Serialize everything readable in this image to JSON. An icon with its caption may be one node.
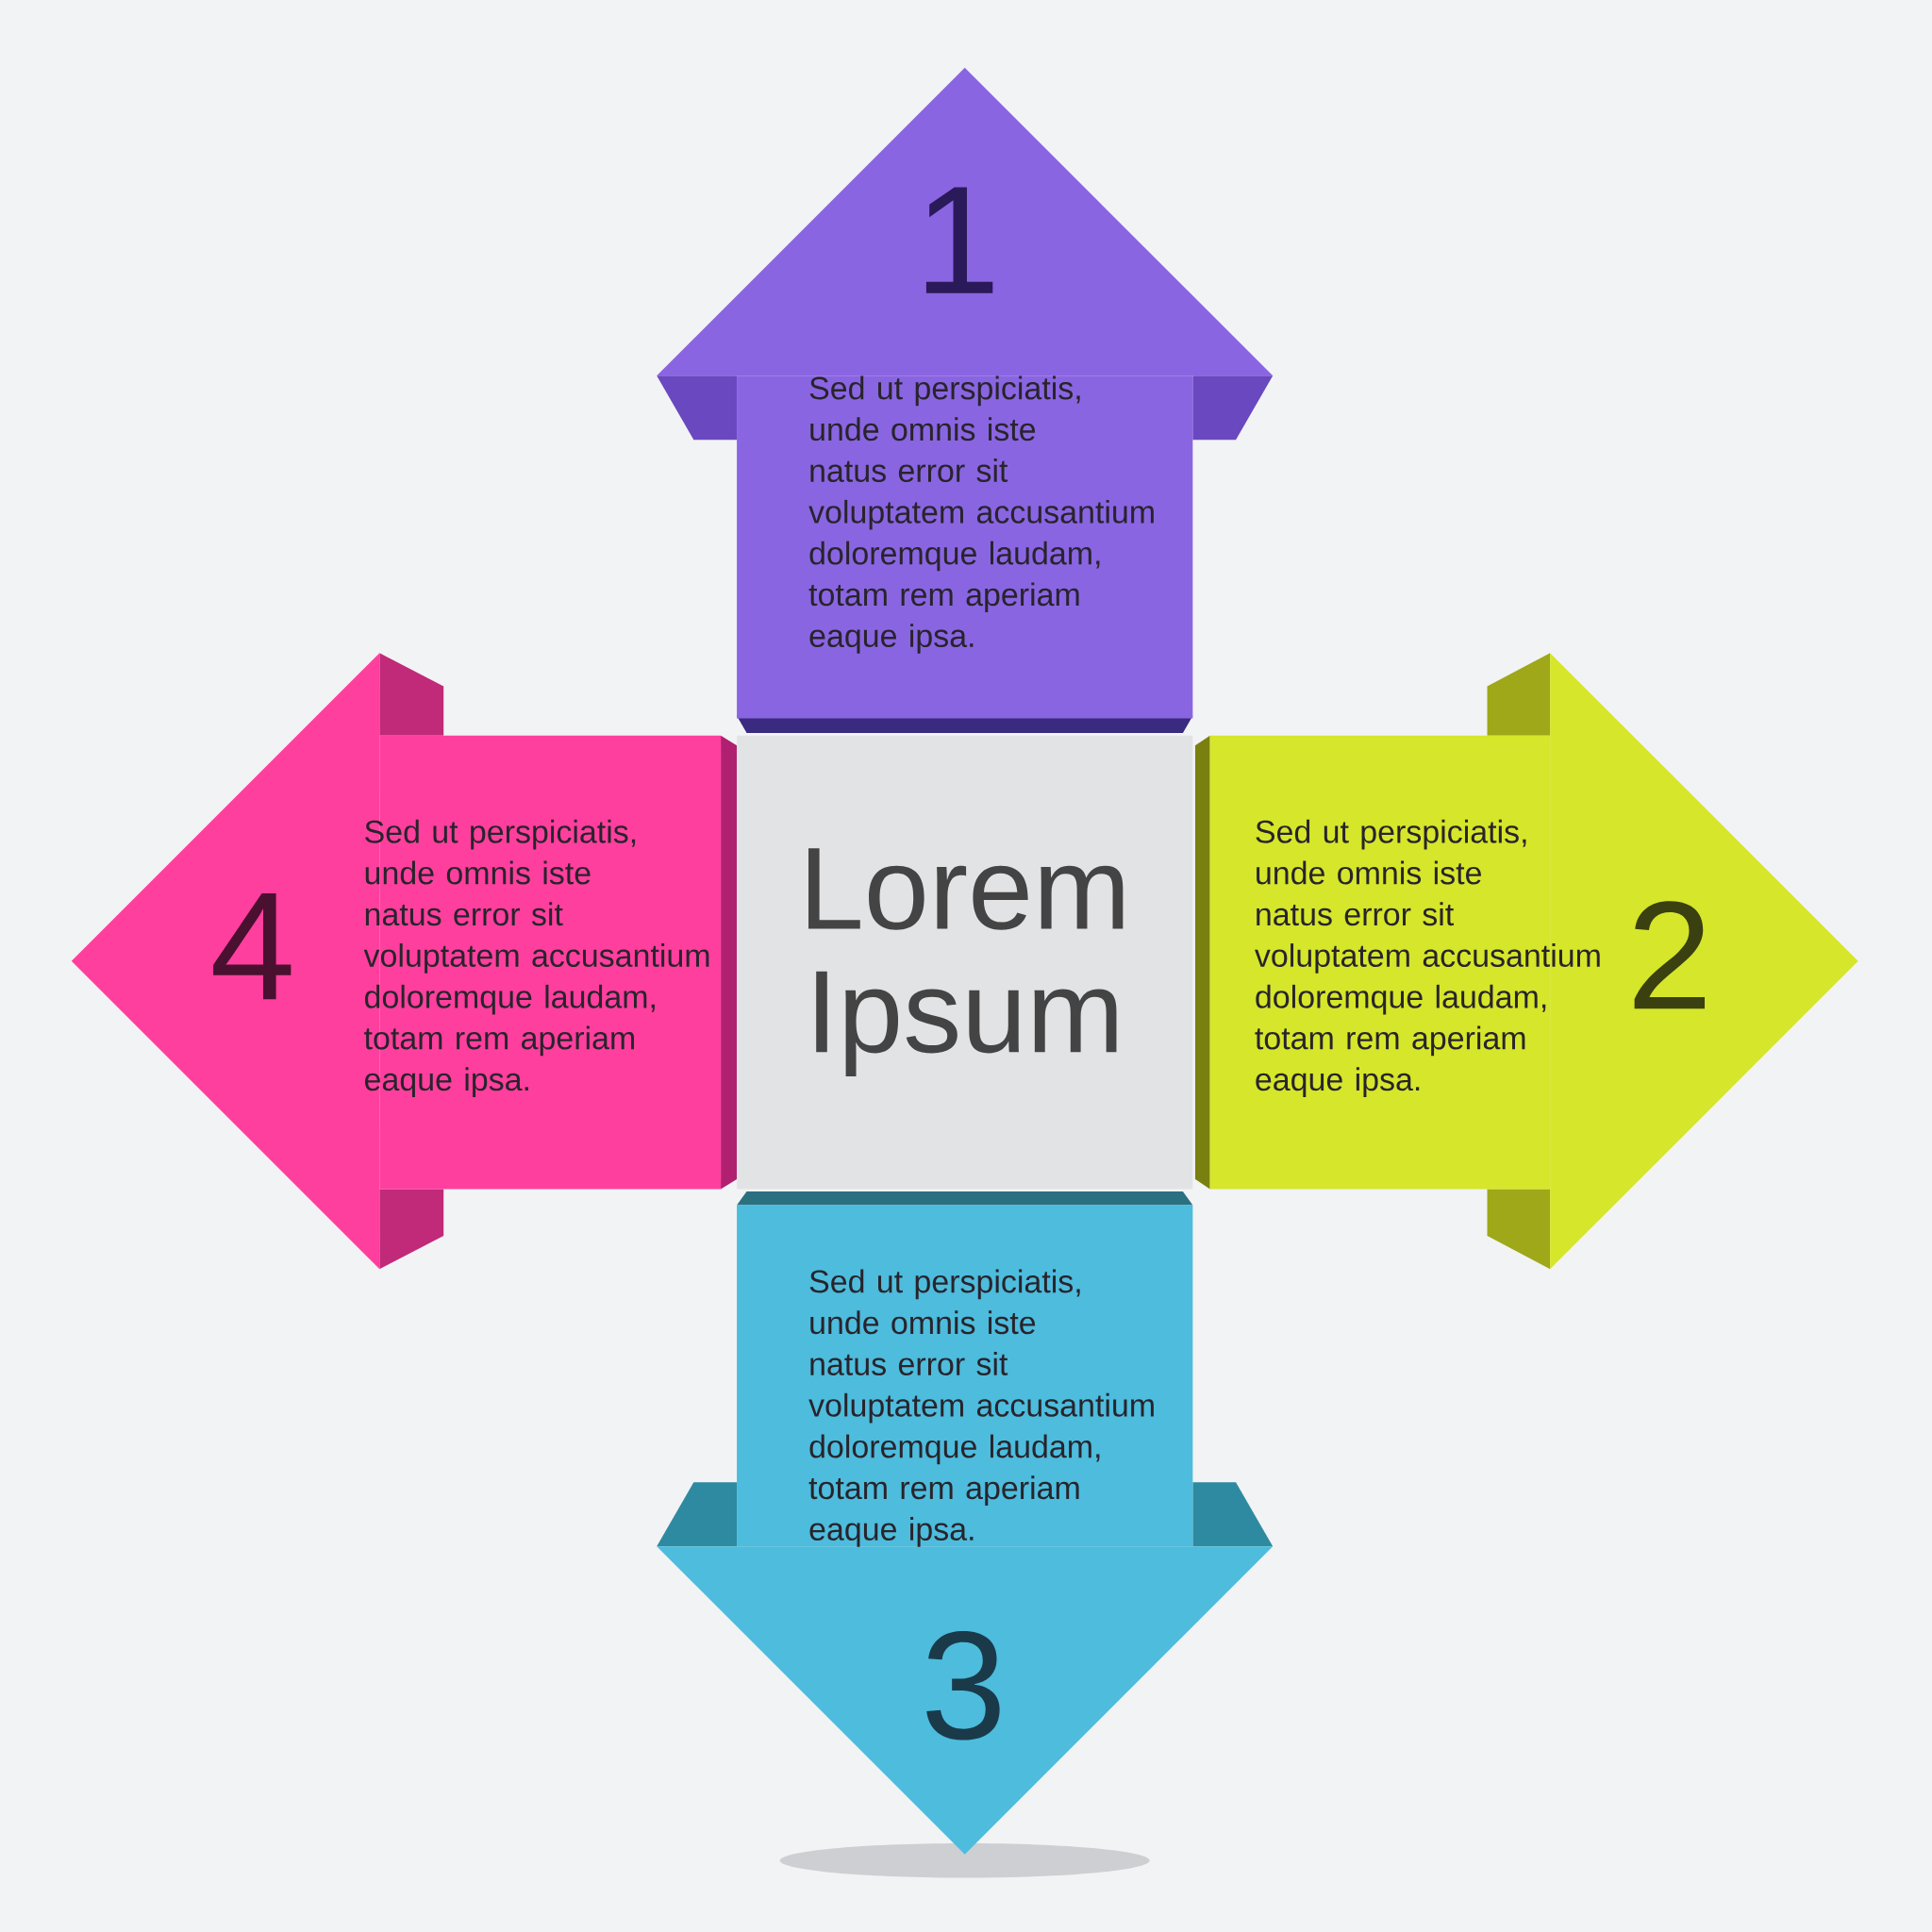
{
  "diagram": {
    "nodes": [
      {
        "text": [
          "1",
          "Sed ut perspiciatis, unde omnis iste natus error sit voluptatem accusantium doloremque laudam, totam rem aperiam eaque ipsa."
        ]
      },
      {
        "text": [
          "4",
          "Sed ut perspiciatis, unde omnis iste natus error sit voluptatem accusantium doloremque laudam, totam rem aperiam eaque ipsa."
        ]
      },
      {
        "text": [
          "Lorem Ipsum"
        ]
      },
      {
        "text": [
          "Sed ut perspiciatis, unde omnis iste natus error sit voluptatem accusantium doloremque laudam, totam rem aperiam eaque ipsa.",
          "2"
        ]
      },
      {
        "text": [
          "Sed ut perspiciatis, unde omnis iste natus error sit voluptatem accusantium doloremque laudam, totam rem aperiam eaque ipsa.",
          "3"
        ]
      }
    ]
  }
}
